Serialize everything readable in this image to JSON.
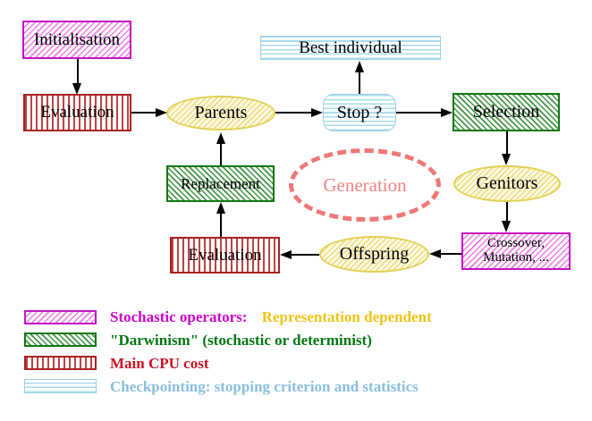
{
  "nodes": {
    "initialisation": {
      "label": "Initialisation",
      "style": "stochastic-operator"
    },
    "evaluation_top": {
      "label": "Evaluation",
      "style": "main-cpu-cost"
    },
    "parents": {
      "label": "Parents",
      "style": "population"
    },
    "best_individual": {
      "label": "Best individual",
      "style": "checkpointing"
    },
    "stop": {
      "label": "Stop ?",
      "style": "checkpointing"
    },
    "selection": {
      "label": "Selection",
      "style": "darwinism"
    },
    "genitors": {
      "label": "Genitors",
      "style": "population"
    },
    "crossover_mutation": {
      "line1": "Crossover,",
      "line2": "Mutation, ...",
      "style": "stochastic-operator"
    },
    "offspring": {
      "label": "Offspring",
      "style": "population"
    },
    "evaluation_bottom": {
      "label": "Evaluation",
      "style": "main-cpu-cost"
    },
    "replacement": {
      "label": "Replacement",
      "style": "darwinism"
    },
    "generation": {
      "label": "Generation",
      "style": "generation-loop"
    }
  },
  "connections": [
    {
      "from": "initialisation",
      "to": "evaluation_top"
    },
    {
      "from": "evaluation_top",
      "to": "parents"
    },
    {
      "from": "parents",
      "to": "stop"
    },
    {
      "from": "stop",
      "to": "best_individual"
    },
    {
      "from": "stop",
      "to": "selection"
    },
    {
      "from": "selection",
      "to": "genitors"
    },
    {
      "from": "genitors",
      "to": "crossover_mutation"
    },
    {
      "from": "crossover_mutation",
      "to": "offspring"
    },
    {
      "from": "offspring",
      "to": "evaluation_bottom"
    },
    {
      "from": "evaluation_bottom",
      "to": "replacement"
    },
    {
      "from": "replacement",
      "to": "parents"
    }
  ],
  "legend": {
    "rows": [
      {
        "swatch": "magenta-diagonal-hatch",
        "text": "Stochastic operators:",
        "text2": "Representation dependent"
      },
      {
        "swatch": "green-diagonal-hatch",
        "text": "\"Darwinism\" (stochastic or determinist)",
        "text2": ""
      },
      {
        "swatch": "red-vertical-stripes",
        "text": "Main CPU cost",
        "text2": ""
      },
      {
        "swatch": "cyan-horizontal-lines",
        "text": "Checkpointing: stopping criterion and statistics",
        "text2": ""
      }
    ]
  },
  "colors": {
    "magenta_border": "#c613c6",
    "magenta_hatch": "#e87ce8",
    "green_border": "#117711",
    "green_hatch": "#449544",
    "red_border": "#aa2222",
    "red_stripe": "#bb4444",
    "cyan_border": "#9bcfe3",
    "cyan_line": "#aadcee",
    "yellow_border": "#e2cf55",
    "yellow_fill": "#fefbe2",
    "salmon_dashed": "#ee7777",
    "legend_magenta_text": "#cc00cc",
    "legend_gold_text": "#eec417",
    "legend_green_text": "#007711",
    "legend_red_text": "#cc1122",
    "legend_cyan_text": "#8abedf",
    "arrow": "#000000"
  }
}
